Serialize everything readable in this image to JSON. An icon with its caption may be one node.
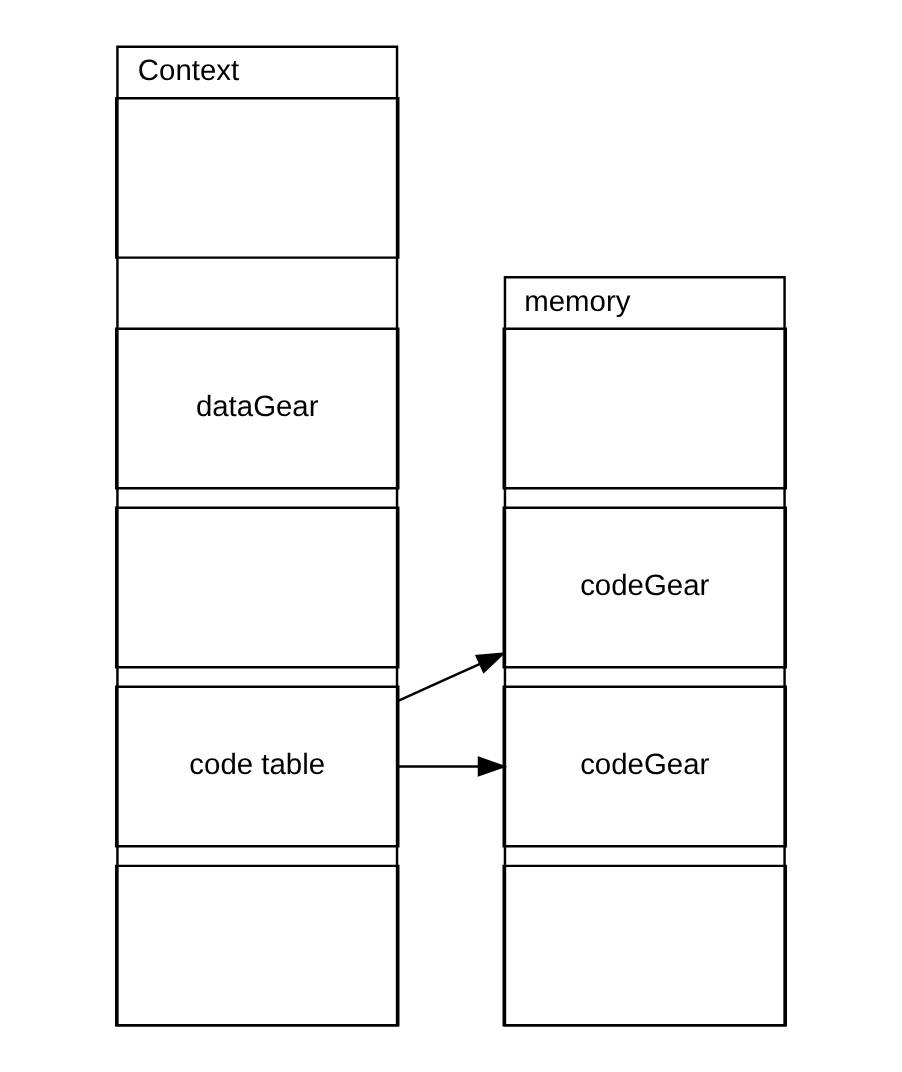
{
  "diagram": {
    "nodes": [
      {
        "text": [
          "Context"
        ]
      },
      {
        "text": [],
        "shape": "box",
        "in": 0
      },
      {
        "text": [
          "dataGear"
        ],
        "in": 0
      },
      {
        "text": [],
        "shape": "box",
        "in": 0
      },
      {
        "text": [
          "code table"
        ],
        "in": 0
      },
      {
        "text": [],
        "shape": "box",
        "in": 0
      },
      {
        "text": [
          "memory"
        ]
      },
      {
        "text": [],
        "shape": "box",
        "in": 6
      },
      {
        "text": [
          "codeGear"
        ],
        "in": 6
      },
      {
        "text": [
          "codeGear"
        ],
        "in": 6
      },
      {
        "text": [],
        "shape": "box",
        "in": 6
      }
    ],
    "edges": [
      {
        "from": 4,
        "to": 8,
        "arrow": "to"
      },
      {
        "from": 4,
        "to": 9,
        "arrow": "to"
      }
    ]
  }
}
